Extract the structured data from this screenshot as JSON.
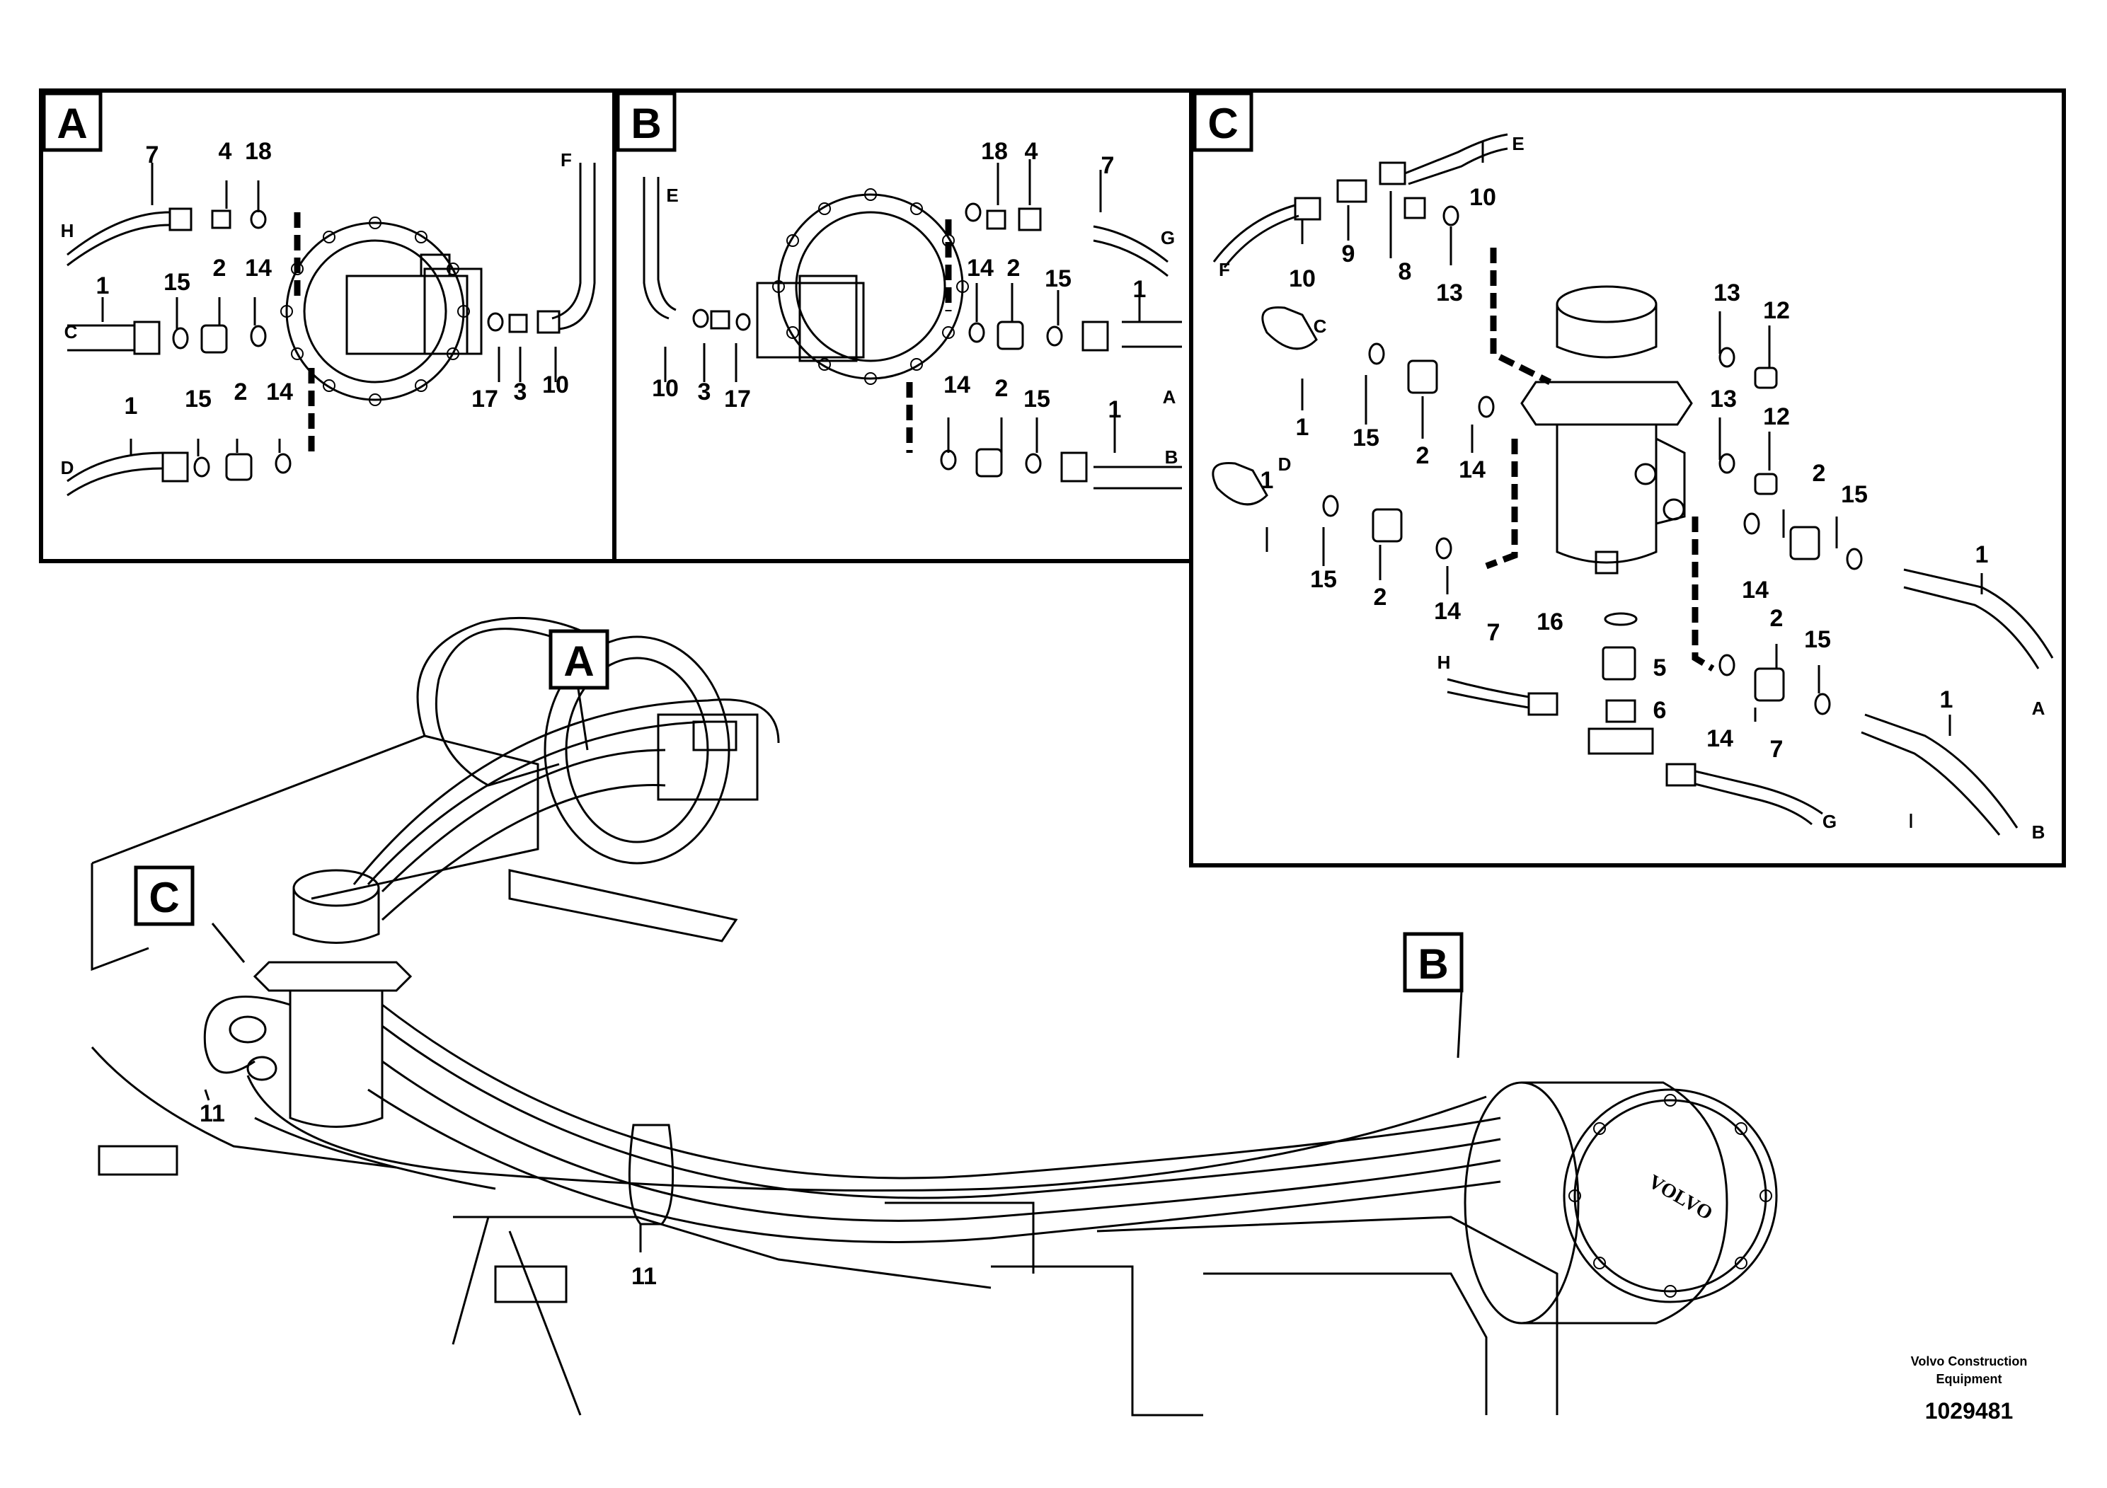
{
  "diagram": {
    "views": {
      "A": {
        "badge": "A"
      },
      "B": {
        "badge": "B"
      },
      "C": {
        "badge": "C"
      }
    },
    "panel_A": {
      "callouts": [
        "7",
        "4",
        "18",
        "1",
        "15",
        "2",
        "14",
        "1",
        "15",
        "2",
        "14",
        "17",
        "3",
        "10"
      ],
      "letters": [
        "H",
        "C",
        "D",
        "F"
      ]
    },
    "panel_B": {
      "callouts": [
        "18",
        "4",
        "7",
        "14",
        "2",
        "15",
        "1",
        "10",
        "3",
        "17",
        "14",
        "2",
        "15",
        "1"
      ],
      "letters": [
        "E",
        "G",
        "A",
        "B"
      ]
    },
    "panel_C": {
      "callouts": [
        "10",
        "9",
        "8",
        "13",
        "10",
        "1",
        "15",
        "2",
        "14",
        "13",
        "12",
        "13",
        "12",
        "2",
        "15",
        "1",
        "15",
        "2",
        "14",
        "14",
        "16",
        "5",
        "6",
        "7",
        "14",
        "2",
        "15",
        "1",
        "7",
        "1"
      ],
      "letters": [
        "E",
        "F",
        "C",
        "D",
        "H",
        "A",
        "B",
        "G"
      ]
    },
    "overview": {
      "callouts": [
        "11",
        "11"
      ],
      "brand_on_motor": "VOLVO"
    }
  },
  "footer": {
    "credit_line1": "Volvo Construction",
    "credit_line2": "Equipment",
    "drawing_number": "1029481"
  }
}
